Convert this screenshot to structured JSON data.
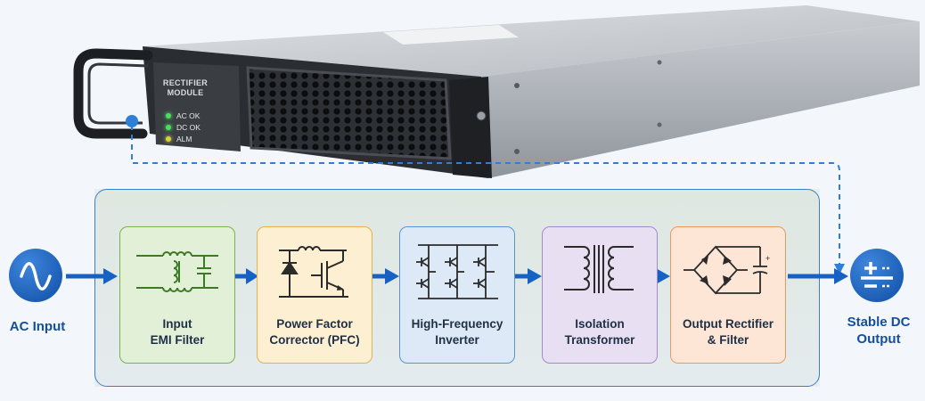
{
  "module": {
    "front_label": "RECTIFIER\nMODULE",
    "leds": [
      {
        "label": "AC OK",
        "color": "#48e05a"
      },
      {
        "label": "DC OK",
        "color": "#48e05a"
      },
      {
        "label": "ALM",
        "color": "#d9d23b"
      }
    ]
  },
  "input": {
    "label": "AC Input"
  },
  "output": {
    "label": "Stable DC\nOutput"
  },
  "stages": [
    {
      "label": "Input\nEMI Filter",
      "color": "#7ab24e"
    },
    {
      "label": "Power Factor\nCorrector (PFC)",
      "color": "#e5b04e"
    },
    {
      "label": "High-Frequency\nInverter",
      "color": "#5b93d3"
    },
    {
      "label": "Isolation\nTransformer",
      "color": "#a48ac8"
    },
    {
      "label": "Output Rectifier\n& Filter",
      "color": "#e99a60"
    }
  ],
  "colors": {
    "accent": "#1662c4",
    "panel_border": "#3b7fc7"
  }
}
